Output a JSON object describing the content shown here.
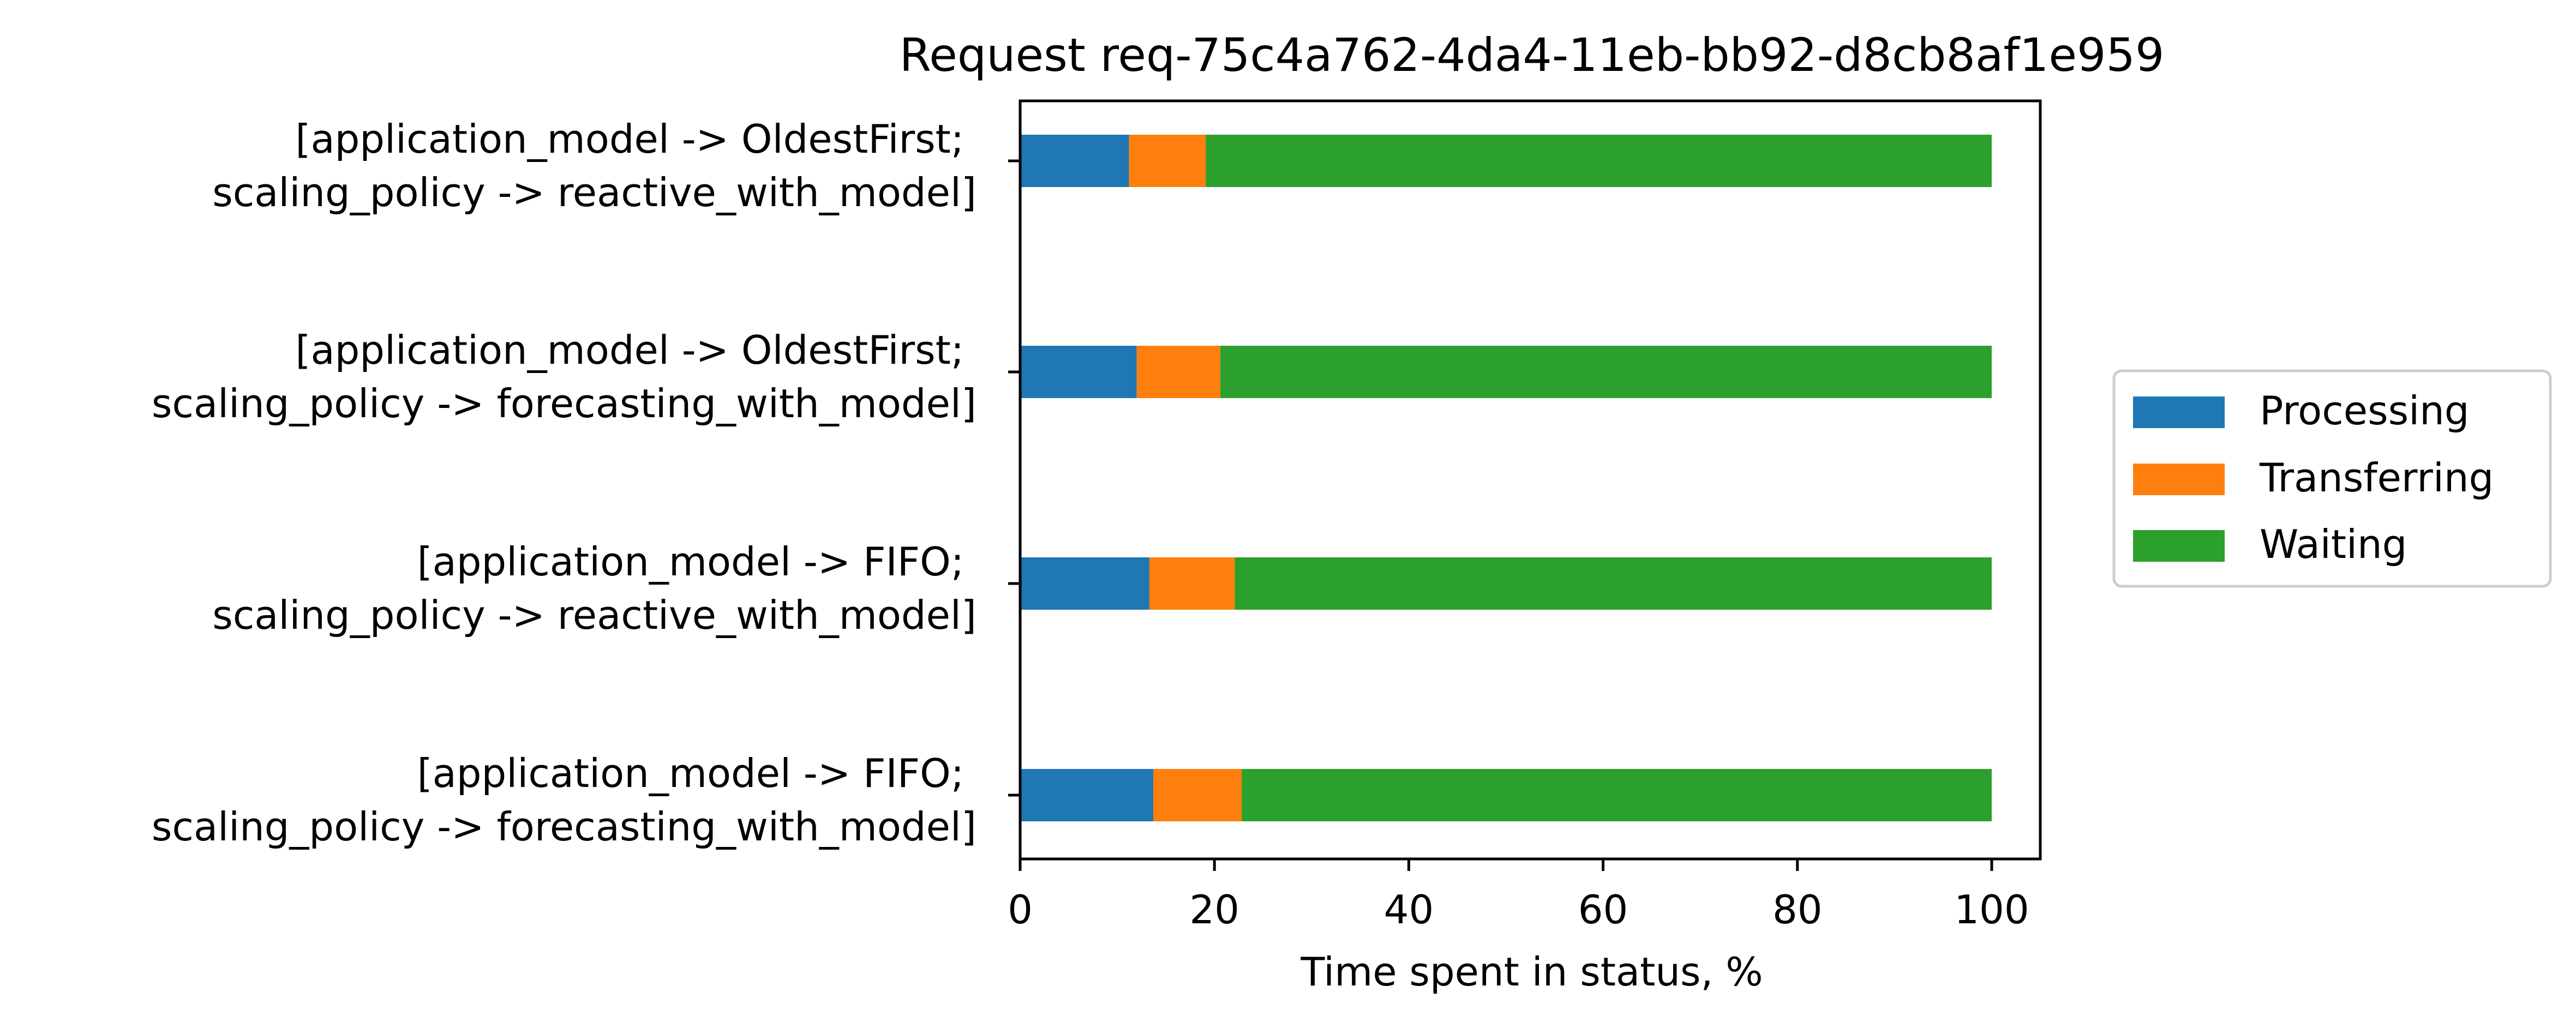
{
  "chart_data": {
    "type": "bar",
    "orientation": "horizontal",
    "stacked": true,
    "title": "Request req-75c4a762-4da4-11eb-bb92-d8cb8af1e959",
    "xlabel": "Time spent in status, %",
    "ylabel": "",
    "xlim": [
      0,
      105
    ],
    "xticks": [
      0,
      20,
      40,
      60,
      80,
      100
    ],
    "grid": false,
    "legend_position": "right",
    "categories": [
      {
        "line1": "[application_model -> OldestFirst;",
        "line2": "scaling_policy -> reactive_with_model]"
      },
      {
        "line1": "[application_model -> OldestFirst;",
        "line2": "scaling_policy -> forecasting_with_model]"
      },
      {
        "line1": "[application_model -> FIFO;",
        "line2": "scaling_policy -> reactive_with_model]"
      },
      {
        "line1": "[application_model -> FIFO;",
        "line2": "scaling_policy -> forecasting_with_model]"
      }
    ],
    "series": [
      {
        "name": "Processing",
        "color": "#1f77b4",
        "values": [
          11.2,
          12.0,
          13.3,
          13.7
        ]
      },
      {
        "name": "Transferring",
        "color": "#ff7f0e",
        "values": [
          7.9,
          8.6,
          8.8,
          9.1
        ]
      },
      {
        "name": "Waiting",
        "color": "#2ca02c",
        "values": [
          80.9,
          79.4,
          77.9,
          77.2
        ]
      }
    ]
  }
}
